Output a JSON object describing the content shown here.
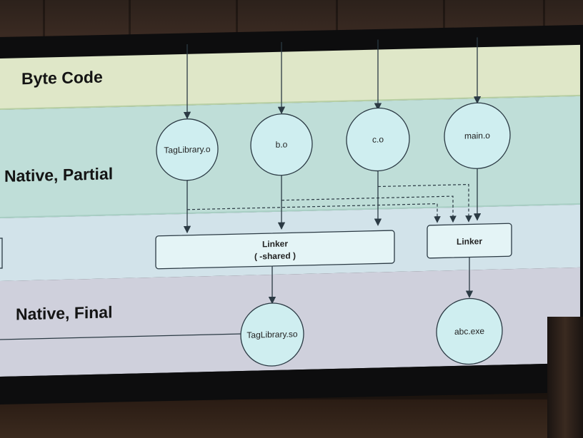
{
  "layers": {
    "byte_code": "Byte Code",
    "native_partial": "Native, Partial",
    "native_final": "Native, Final"
  },
  "nodes": {
    "taglibrary_o": "TagLibrary.o",
    "b_o": "b.o",
    "c_o": "c.o",
    "main_o": "main.o",
    "taglibrary_so": "TagLibrary.so",
    "abc_exe": "abc.exe"
  },
  "linkers": {
    "shared_title": "Linker",
    "shared_flag": "( -shared )",
    "exe_title": "Linker"
  },
  "colors": {
    "byte_band": "#dfe7c8",
    "partial_band": "#bfded8",
    "linker_band": "#d2e3ea",
    "final_band": "#cfd0dc",
    "node_fill": "#cfeef0",
    "stroke": "#2b3a44"
  }
}
